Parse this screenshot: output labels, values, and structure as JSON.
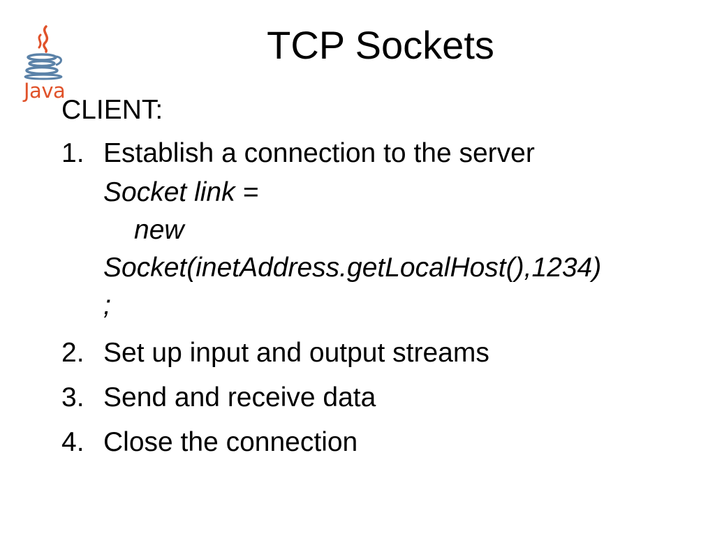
{
  "logo": {
    "wordmark": "Java",
    "icon": "java-coffee-cup-icon",
    "color": "#e0522a",
    "cup_color": "#5b82a8"
  },
  "slide": {
    "title": "TCP Sockets",
    "heading": "CLIENT:",
    "steps": [
      {
        "number": "1.",
        "text": "Establish a connection to the server"
      },
      {
        "number": "2.",
        "text": "Set up input and output streams"
      },
      {
        "number": "3.",
        "text": "Send and receive data"
      },
      {
        "number": "4.",
        "text": "Close the connection"
      }
    ],
    "code_lines": [
      "Socket link =",
      "new",
      "Socket(inetAddress.getLocalHost(),1234)",
      ";"
    ]
  }
}
